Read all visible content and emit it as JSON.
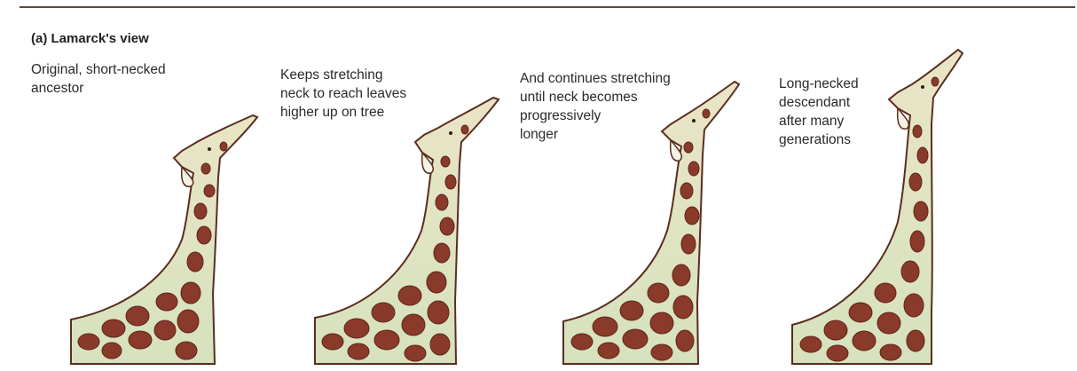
{
  "panel": {
    "title": "(a) Lamarck's view"
  },
  "stages": [
    {
      "caption": "Original, short-necked\nancestor",
      "icon": "giraffe-icon"
    },
    {
      "caption": "Keeps stretching\nneck to reach leaves\nhigher up on tree",
      "icon": "giraffe-icon"
    },
    {
      "caption": "And continues stretching\nuntil neck becomes\nprogressively\nlonger",
      "icon": "giraffe-icon"
    },
    {
      "caption": "Long-necked\ndescendant\nafter many\ngenerations",
      "icon": "giraffe-icon"
    }
  ],
  "colors": {
    "rule": "#5a4a46",
    "outline": "#5a2d20",
    "fur_light": "#e8e6c8",
    "fur_green": "#cfe0b8",
    "spot": "#8a3a2a",
    "spot_dark": "#5e2418"
  }
}
